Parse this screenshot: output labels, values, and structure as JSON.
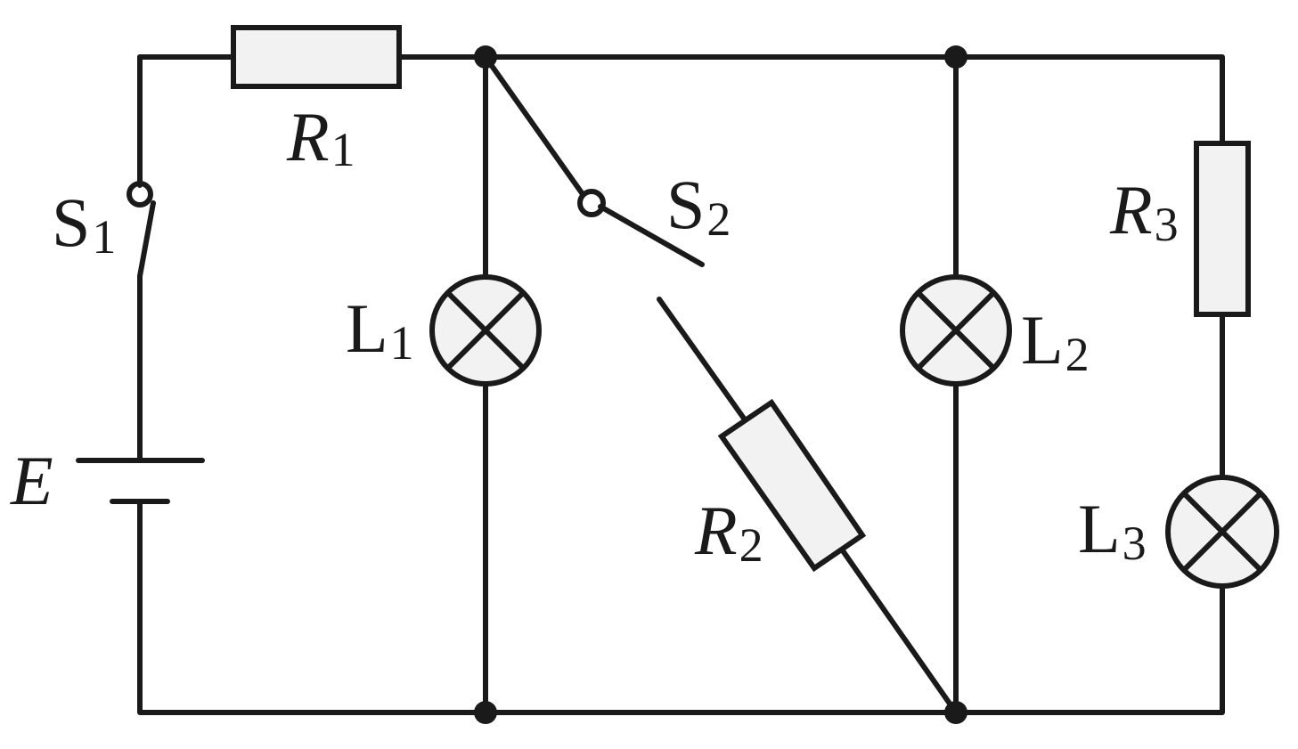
{
  "diagram": {
    "type": "circuit-schematic",
    "colors": {
      "line": "#1a1a1a",
      "component_fill": "#f2f2f2",
      "background": "#ffffff"
    },
    "labels": {
      "E": "E",
      "S1": {
        "main": "S",
        "sub": "1"
      },
      "S2": {
        "main": "S",
        "sub": "2"
      },
      "R1": {
        "main": "R",
        "sub": "1"
      },
      "R2": {
        "main": "R",
        "sub": "2"
      },
      "R3": {
        "main": "R",
        "sub": "3"
      },
      "L1": {
        "main": "L",
        "sub": "1"
      },
      "L2": {
        "main": "L",
        "sub": "2"
      },
      "L3": {
        "main": "L",
        "sub": "3"
      }
    },
    "components": [
      {
        "id": "battery",
        "kind": "battery",
        "icon": "battery-icon"
      },
      {
        "id": "S1",
        "kind": "switch",
        "state": "closed",
        "icon": "switch-icon"
      },
      {
        "id": "S2",
        "kind": "switch",
        "state": "open",
        "icon": "switch-icon"
      },
      {
        "id": "R1",
        "kind": "resistor",
        "icon": "resistor-icon"
      },
      {
        "id": "R2",
        "kind": "resistor",
        "icon": "resistor-icon"
      },
      {
        "id": "R3",
        "kind": "resistor",
        "icon": "resistor-icon"
      },
      {
        "id": "L1",
        "kind": "lamp",
        "icon": "lamp-icon"
      },
      {
        "id": "L2",
        "kind": "lamp",
        "icon": "lamp-icon"
      },
      {
        "id": "L3",
        "kind": "lamp",
        "icon": "lamp-icon"
      }
    ]
  }
}
